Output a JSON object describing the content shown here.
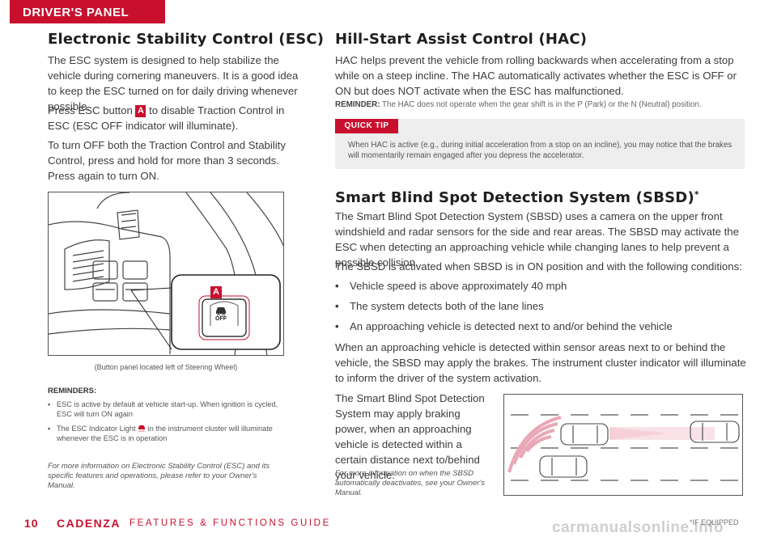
{
  "header": {
    "section_tab": "DRIVER'S PANEL"
  },
  "esc": {
    "title": "Electronic Stability Control (ESC)",
    "p1": "The ESC system is designed to help stabilize the vehicle during cornering maneuvers. It is a good idea to keep the ESC turned on for daily driving whenever possible.",
    "p2_before": "Press ESC button ",
    "p2_badge": "A",
    "p2_after": " to disable Traction Control in ESC (ESC OFF indicator will illuminate).",
    "p3": "To turn OFF both the Traction Control and Stability Control, press and hold for more than 3 seconds. Press again to turn ON.",
    "figure_callout": "A",
    "button_label": "OFF",
    "caption": "(Button panel located left of Steering Wheel)",
    "reminders_heading": "REMINDERS:",
    "reminder_1": "ESC is active by default at vehicle start-up. When ignition is cycled, ESC will turn ON again",
    "reminder_2_before": "The ESC Indicator Light ",
    "reminder_2_after": " in the instrument cluster will illuminate whenever the ESC is in operation",
    "note": "For more information on Electronic Stability Control (ESC) and its specific features and operations, please refer to your Owner's Manual."
  },
  "hac": {
    "title": "Hill-Start Assist Control (HAC)",
    "p1": "HAC helps prevent the vehicle from rolling backwards when accelerating from a stop while on a steep incline. The HAC automatically activates whether the ESC is OFF or ON but does NOT activate when the ESC has malfunctioned.",
    "reminder_label": "REMINDER:",
    "reminder_text": " The HAC does not operate when the gear shift is in the P (Park) or the N (Neutral) position.",
    "quick_tip_label": "QUICK TIP",
    "quick_tip_text": "When HAC is active (e.g., during initial acceleration from a stop on an incline), you may notice that the brakes will momentarily remain engaged after you depress the accelerator."
  },
  "sbsd": {
    "title": "Smart Blind Spot Detection System (SBSD)",
    "title_mark": "*",
    "p1": "The Smart Blind Spot Detection System (SBSD) uses a camera on the upper front windshield and radar sensors for the side and rear areas. The SBSD may activate the ESC when detecting an approaching vehicle while changing lanes to help prevent a possible collision.",
    "p2": "The SBSD is activated when SBSD is in ON position and with the following conditions:",
    "bullets": [
      "Vehicle speed is above approximately 40 mph",
      "The system detects both of the lane lines",
      "An approaching vehicle is detected next to and/or behind the vehicle"
    ],
    "p3": "When an approaching vehicle is detected within sensor areas next to or behind the vehicle, the SBSD may apply the brakes. The instrument cluster indicator will illuminate to inform the driver of the system activation.",
    "p4": "The Smart Blind Spot Detection System may apply braking power, when an approaching vehicle is detected within a certain distance next to/behind your vehicle.",
    "note": "For more information on when the SBSD automatically deactivates, see your Owner's Manual."
  },
  "footer": {
    "page_number": "10",
    "brand": "CADENZA",
    "guide": "FEATURES & FUNCTIONS GUIDE",
    "if_equipped": "*IF EQUIPPED",
    "watermark": "carmanualsonline.info"
  },
  "colors": {
    "accent": "#c8102e",
    "tip_bg": "#eeeeee",
    "zone_pink": "#f3c9d3"
  }
}
